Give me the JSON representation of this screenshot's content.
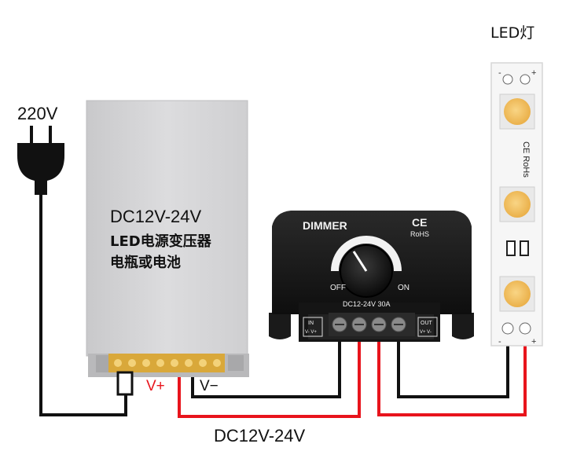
{
  "labels": {
    "mains_voltage": "220V",
    "led_title": "LED灯",
    "bottom_voltage": "DC12V-24V",
    "v_plus": "V+",
    "v_minus": "V−"
  },
  "power_supply": {
    "line1": "DC12V-24V",
    "line2": "LED电源变压器",
    "line3": "电瓶或电池"
  },
  "dimmer": {
    "title": "DIMMER",
    "ce": "CE",
    "rohs": "RoHS",
    "off": "OFF",
    "on": "ON",
    "rating": "DC12-24V  30A",
    "in_label": "IN",
    "in_pins": "V- V+",
    "out_label": "OUT",
    "out_pins": "V+ V-"
  },
  "led_strip": {
    "minus": "-",
    "plus": "+",
    "cert": "CE RoHs",
    "bottom_minus": "-",
    "bottom_plus": "+"
  },
  "colors": {
    "wire_red": "#e8141c",
    "wire_black": "#111111",
    "psu_body": "#d2d2d4",
    "terminal_gold": "#d9a83a",
    "led_yellow": "#f2c260",
    "dimmer_body": "#1c1c1c"
  }
}
